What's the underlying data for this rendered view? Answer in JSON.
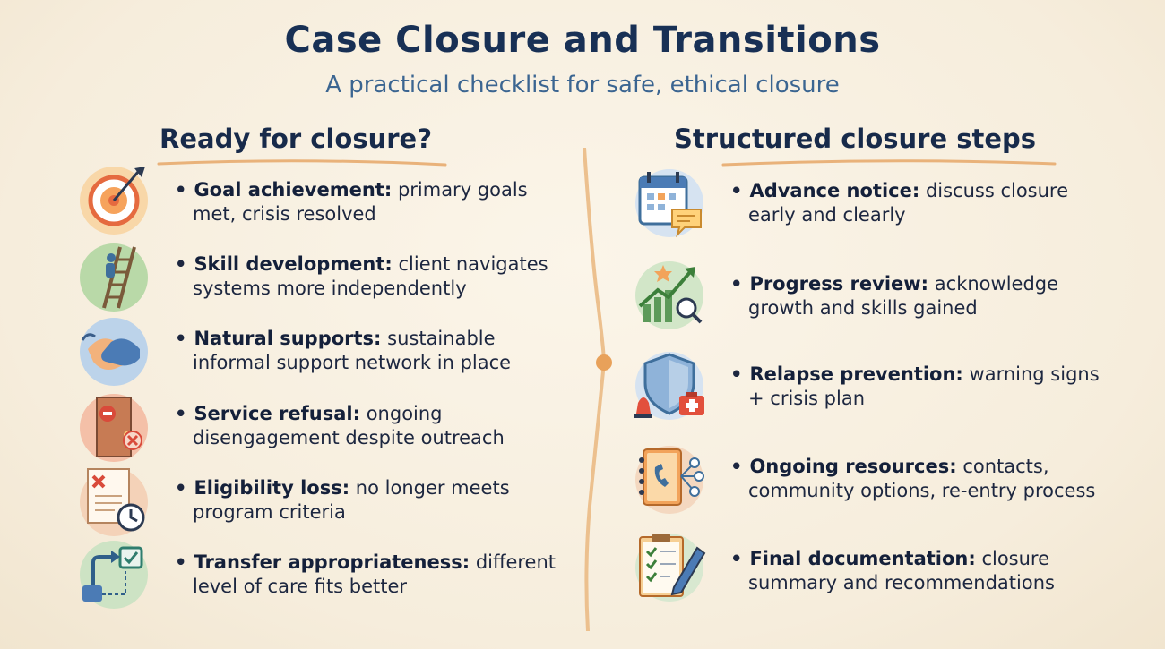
{
  "header": {
    "title": "Case Closure and Transitions",
    "subtitle": "A practical checklist for safe, ethical closure"
  },
  "left": {
    "heading": "Ready for closure?",
    "items": [
      {
        "term": "Goal achievement:",
        "line1": "primary goals",
        "line2": "met, crisis resolved",
        "icon": "target-arrow-icon"
      },
      {
        "term": "Skill development:",
        "line1": "client navigates",
        "line2": "systems more independently",
        "icon": "ladder-climber-icon"
      },
      {
        "term": "Natural supports:",
        "line1": "sustainable",
        "line2": "informal support network in place",
        "icon": "handshake-icon"
      },
      {
        "term": "Service refusal:",
        "line1": "ongoing",
        "line2": "disengagement despite outreach",
        "icon": "closed-door-icon"
      },
      {
        "term": "Eligibility loss:",
        "line1": "no longer meets",
        "line2": "program criteria",
        "icon": "rejected-document-clock-icon"
      },
      {
        "term": "Transfer appropriateness:",
        "line1": "different",
        "line2": "level of care fits better",
        "icon": "transfer-arrow-icon"
      }
    ]
  },
  "right": {
    "heading": "Structured closure steps",
    "items": [
      {
        "term": "Advance notice:",
        "line1": "discuss closure",
        "line2": "early and clearly",
        "icon": "calendar-chat-icon"
      },
      {
        "term": "Progress review:",
        "line1": "acknowledge",
        "line2": "growth and skills gained",
        "icon": "growth-chart-icon"
      },
      {
        "term": "Relapse prevention:",
        "line1": "warning signs",
        "line2": "+ crisis plan",
        "icon": "shield-alarm-icon"
      },
      {
        "term": "Ongoing resources:",
        "line1": "contacts,",
        "line2": "community options, re-entry process",
        "icon": "phone-book-icon"
      },
      {
        "term": "Final documentation:",
        "line1": "closure",
        "line2": "summary and recommendations",
        "icon": "checklist-pen-icon"
      }
    ]
  },
  "colors": {
    "title": "#183055",
    "subtitle": "#3b6591",
    "accent_orange": "#e8a15a",
    "background": "#f6eddc"
  }
}
